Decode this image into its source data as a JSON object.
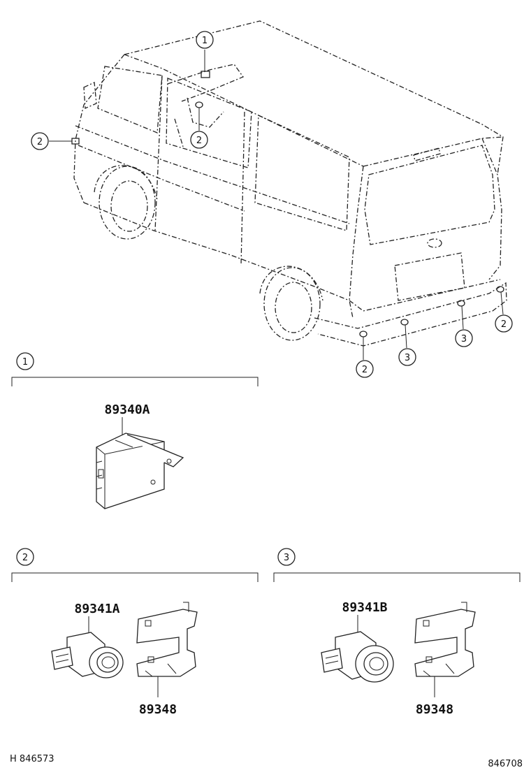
{
  "callouts": {
    "c1": "1",
    "c2": "2",
    "c3": "3"
  },
  "sections": [
    {
      "callout": "1",
      "part_numbers": [
        "89340A"
      ]
    },
    {
      "callout": "2",
      "part_numbers": [
        "89341A",
        "89348"
      ]
    },
    {
      "callout": "3",
      "part_numbers": [
        "89341B",
        "89348"
      ]
    }
  ],
  "parts": {
    "computer": "89340A",
    "sensor_a": "89341A",
    "sensor_b": "89341B",
    "bracket": "89348"
  },
  "footer": {
    "left_code": "H 846573",
    "right_code": "846708"
  }
}
